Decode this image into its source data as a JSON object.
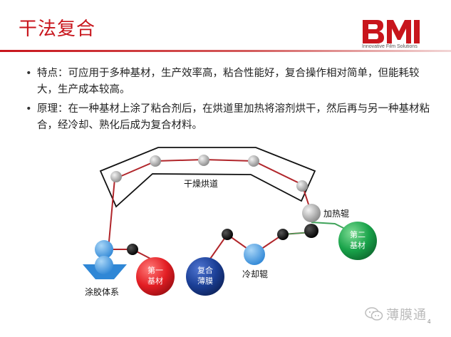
{
  "slide": {
    "title": "干法复合",
    "logo_text": "Innovative Film Solutions",
    "bullets": [
      "特点：可应用于多种基材，生产效率高，粘合性能好，复合操作相对简单，但能耗较大，生产成本较高。",
      "原理：在一种基材上涂了粘合剂后，在烘道里加热将溶剂烘干，然后再与另一种基材粘合，经冷却、熟化后成为复合材料。"
    ],
    "page_number": "4"
  },
  "diagram": {
    "labels": {
      "drying_tunnel": "干燥烘道",
      "heating_roller": "加热辊",
      "cooling_roller": "冷却辊",
      "coating_system": "涂胶体系"
    },
    "substrate1": [
      "第一",
      "基材"
    ],
    "substrate2": [
      "第二",
      "基材"
    ],
    "composite_film": [
      "复合",
      "薄膜"
    ],
    "colors": {
      "red": "#e31e24",
      "green": "#19a34a",
      "blue": "#1b3f96",
      "web_red": "#b1262b",
      "web_green": "#3fa35a"
    }
  },
  "watermark": {
    "text": "薄膜通",
    "icon": "wechat-icon"
  }
}
